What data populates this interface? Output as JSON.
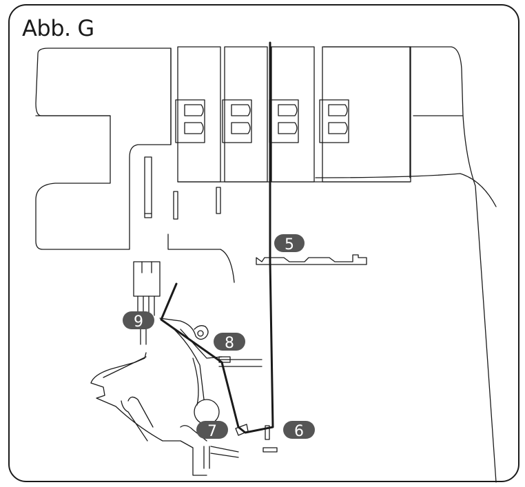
{
  "figure_label": "Abb. G",
  "step_badges": [
    {
      "id": "5",
      "label": "5"
    },
    {
      "id": "6",
      "label": "6"
    },
    {
      "id": "7",
      "label": "7"
    },
    {
      "id": "8",
      "label": "8"
    },
    {
      "id": "9",
      "label": "9"
    }
  ],
  "colors": {
    "line": "#1a1a1a",
    "badge_fill": "#555555",
    "badge_text": "#ffffff"
  }
}
